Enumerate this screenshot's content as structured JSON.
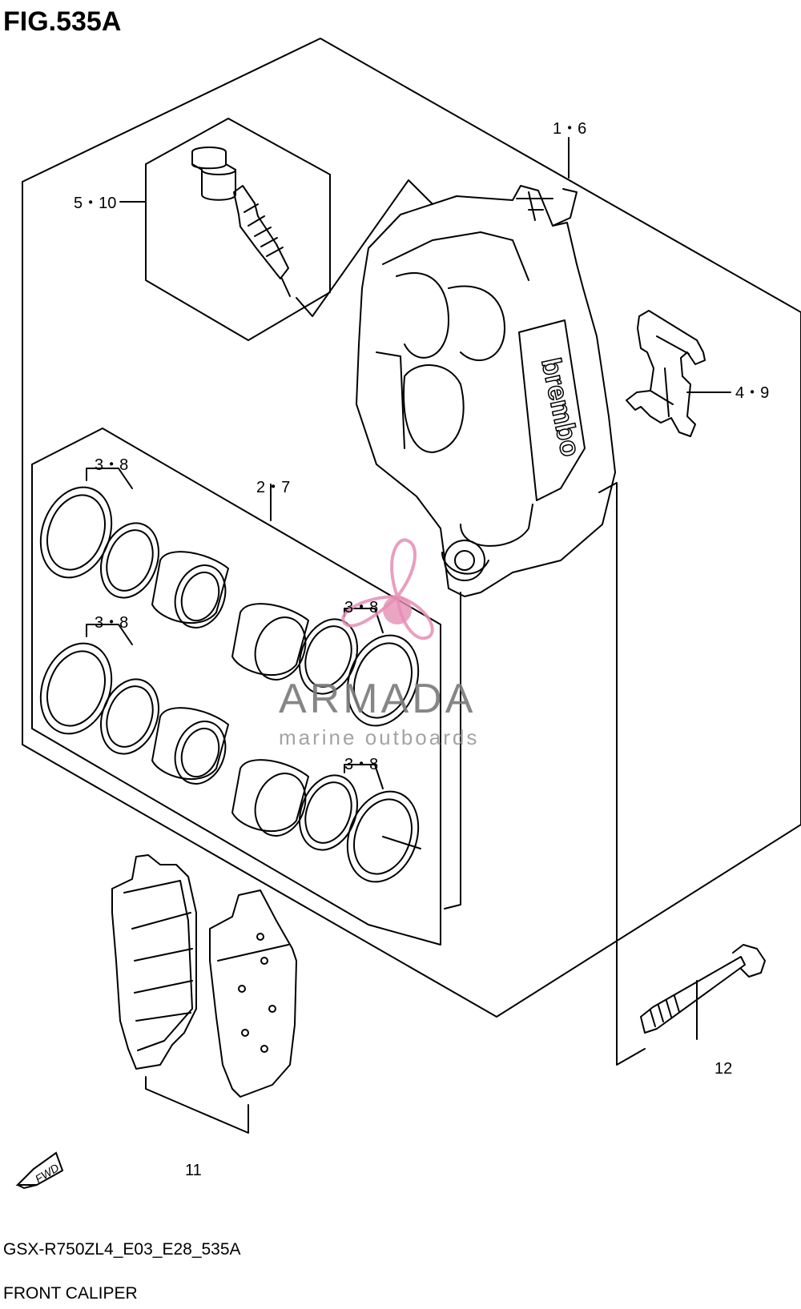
{
  "figure": {
    "title": "FIG.535A",
    "model_code": "GSX-R750ZL4_E03_E28_535A",
    "section_name": "FRONT CALIPER"
  },
  "callouts": {
    "c_1_6": "1・6",
    "c_5_10": "5・10",
    "c_4_9": "4・9",
    "c_3_8_top_left": "3・8",
    "c_2_7": "2・7",
    "c_3_8_mid_left": "3・8",
    "c_3_8_mid_right": "3・8",
    "c_3_8_bottom_right": "3・8",
    "c_12": "12",
    "c_11": "11"
  },
  "caliper_logo_text": "brembo",
  "fwd_badge": "FWD",
  "watermark": {
    "brand": "ARMADA",
    "tagline": "marine outboards",
    "colors": {
      "brand": "#7a7a7a",
      "propeller": "#e58fb4"
    }
  }
}
